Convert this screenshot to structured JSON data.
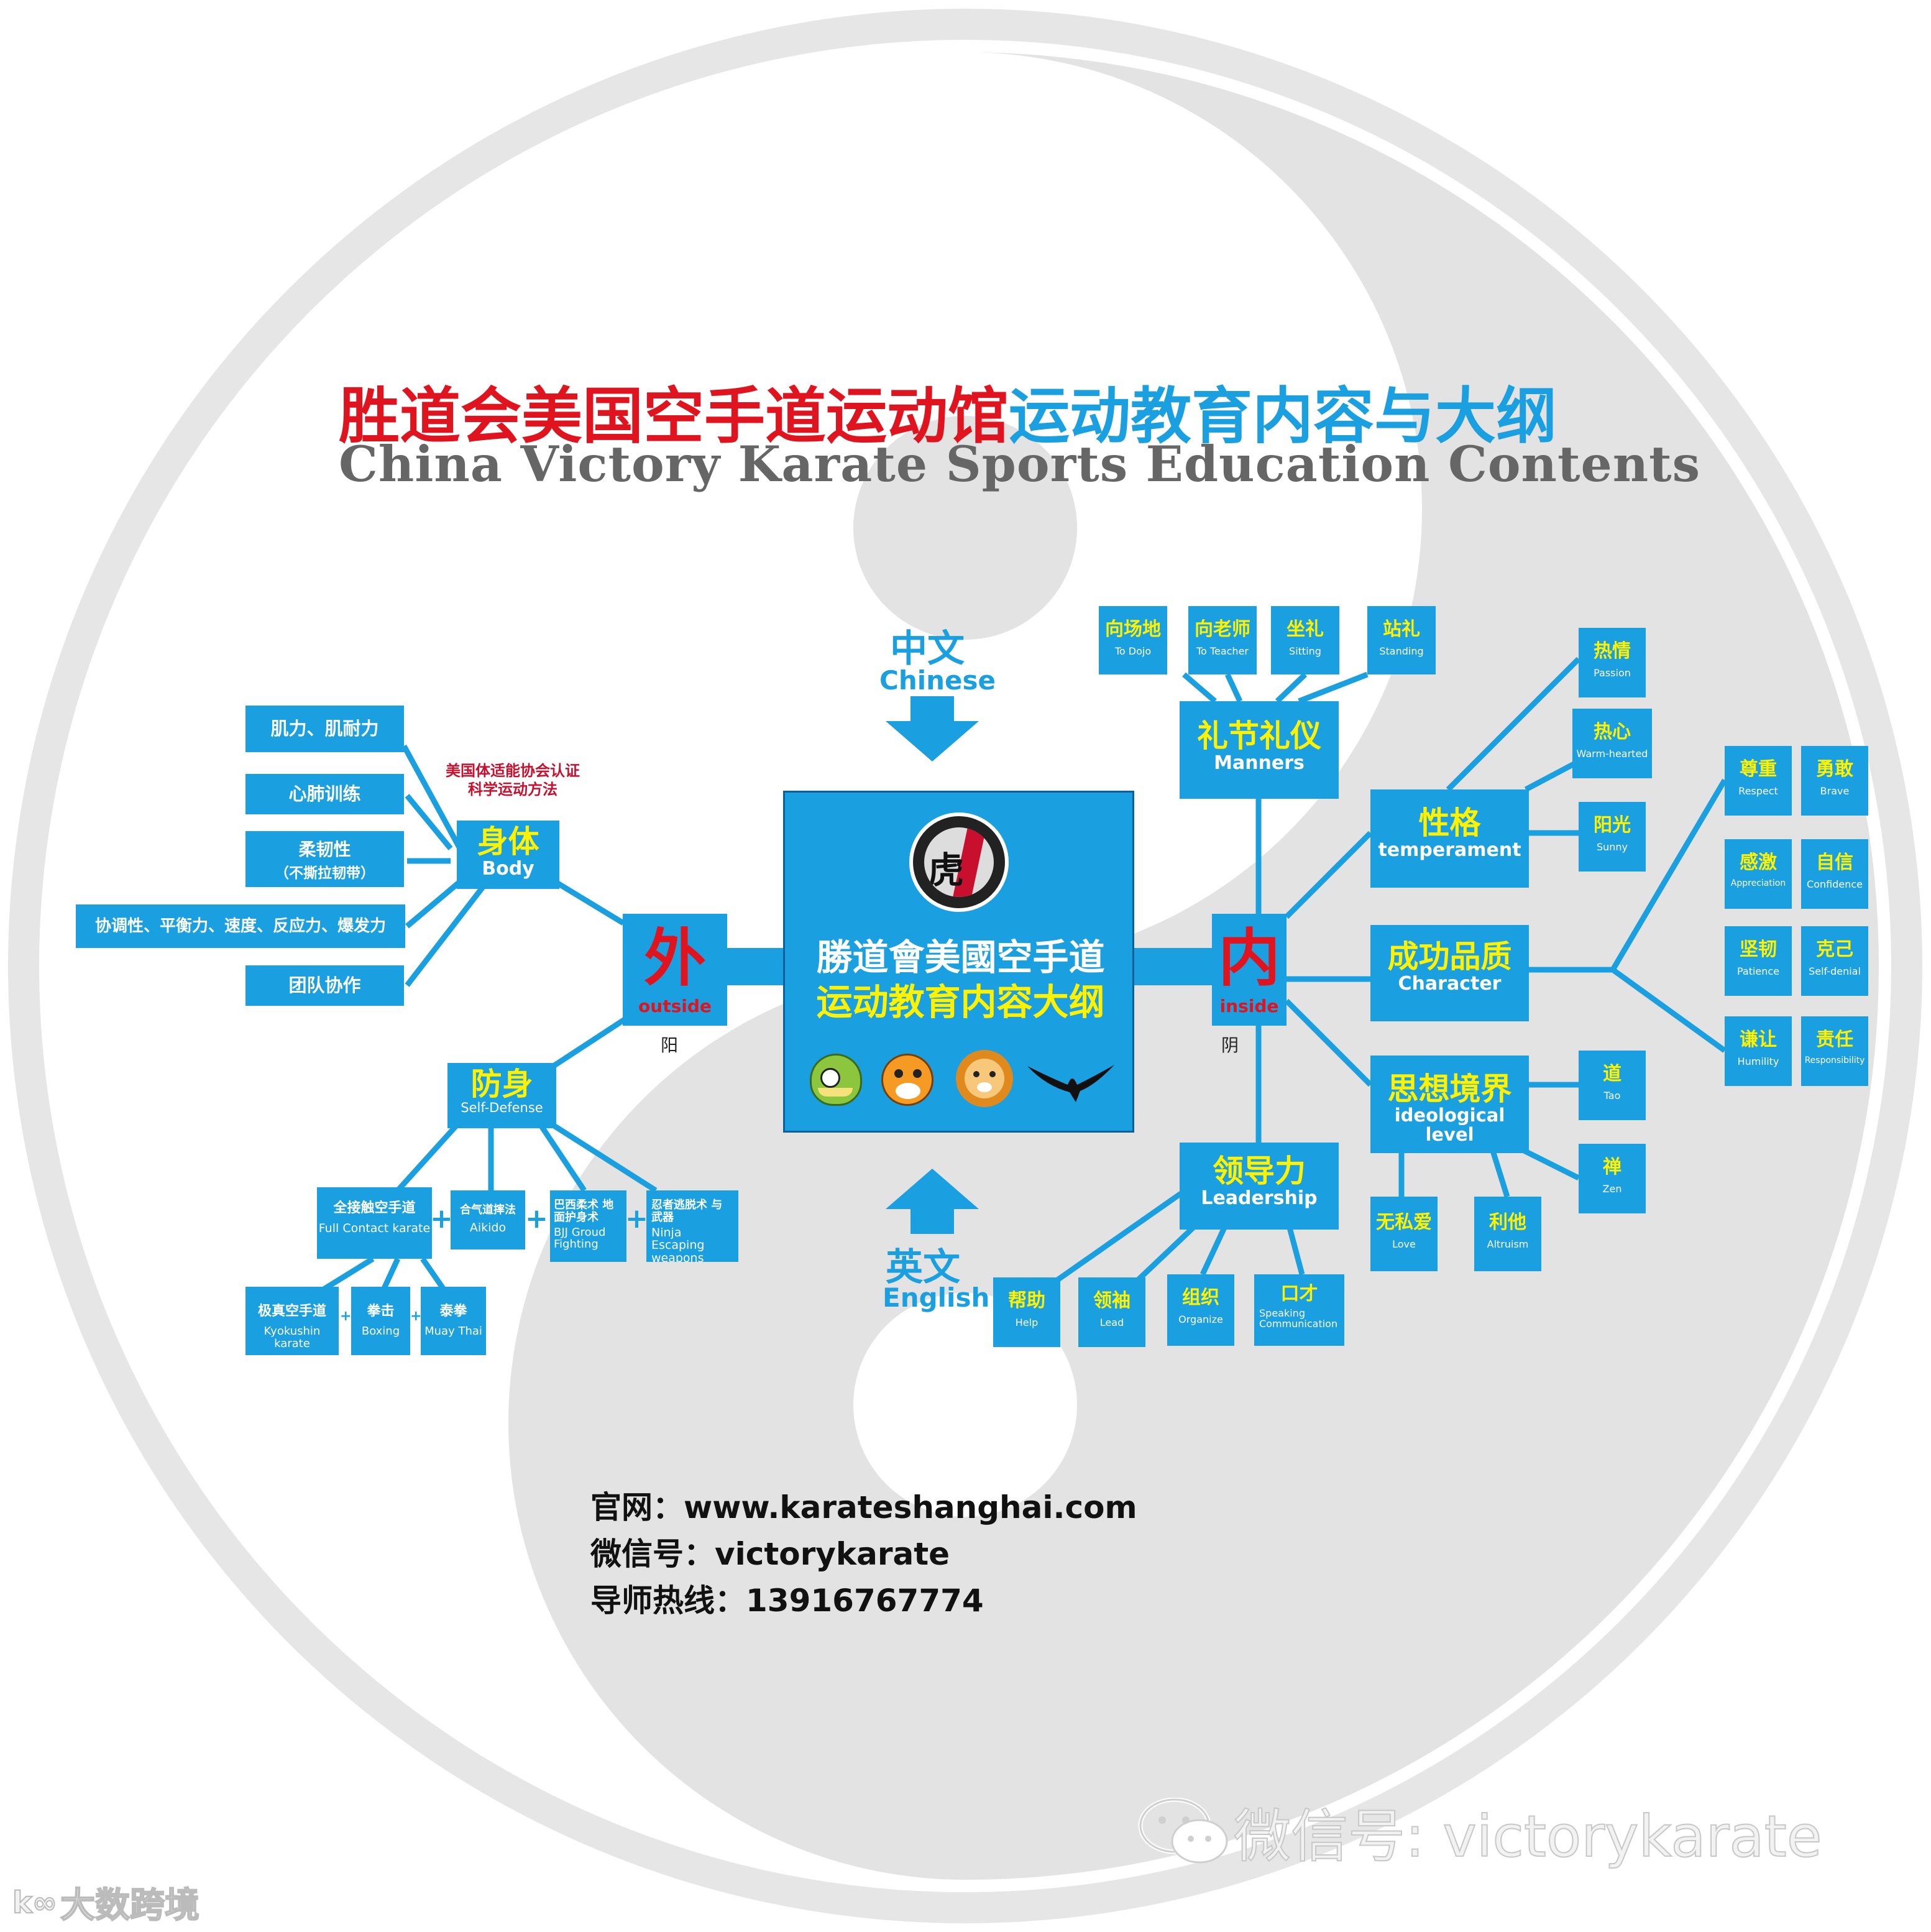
{
  "title": {
    "zh_red": "胜道会美国空手道运动馆",
    "zh_blue": "运动教育内容与大纲",
    "en": "China Victory Karate Sports Education Contents"
  },
  "center": {
    "logo_char": "虎",
    "line1": "勝道會美國空手道",
    "line2": "运动教育内容大纲"
  },
  "language": {
    "top_zh": "中文",
    "top_en": "Chinese",
    "bottom_zh": "英文",
    "bottom_en": "English"
  },
  "outer": {
    "zh": "外",
    "en": "outside",
    "note": "阳",
    "body": {
      "zh": "身体",
      "en": "Body",
      "note_line1": "美国体适能协会认证",
      "note_line2": "科学运动方法",
      "items": [
        "肌力、肌耐力",
        "心肺训练",
        "柔韧性",
        "（不撕拉韧带）",
        "协调性、平衡力、速度、反应力、爆发力",
        "团队协作"
      ]
    },
    "defense": {
      "zh": "防身",
      "en": "Self-Defense",
      "arts": [
        {
          "zh": "全接触空手道",
          "en": "Full Contact karate"
        },
        {
          "zh": "合气道摔法",
          "en": "Aikido"
        },
        {
          "zh": "巴西柔术 地面护身术",
          "en": "BJJ Groud Fighting"
        },
        {
          "zh": "忍者逃脱术 与武器",
          "en": "Ninja Escaping weapons"
        }
      ],
      "sub": [
        {
          "zh": "极真空手道",
          "en": "Kyokushin karate"
        },
        {
          "zh": "拳击",
          "en": "Boxing"
        },
        {
          "zh": "泰拳",
          "en": "Muay Thai"
        }
      ]
    }
  },
  "inner": {
    "zh": "内",
    "en": "inside",
    "note": "阴",
    "manners": {
      "zh": "礼节礼仪",
      "en": "Manners",
      "items": [
        {
          "zh": "向场地",
          "en": "To Dojo"
        },
        {
          "zh": "向老师",
          "en": "To Teacher"
        },
        {
          "zh": "坐礼",
          "en": "Sitting"
        },
        {
          "zh": "站礼",
          "en": "Standing"
        }
      ]
    },
    "temperament": {
      "zh": "性格",
      "en": "temperament",
      "items": [
        {
          "zh": "热情",
          "en": "Passion"
        },
        {
          "zh": "热心",
          "en": "Warm-hearted"
        },
        {
          "zh": "阳光",
          "en": "Sunny"
        }
      ]
    },
    "character": {
      "zh": "成功品质",
      "en": "Character",
      "items": [
        {
          "zh": "尊重",
          "en": "Respect"
        },
        {
          "zh": "勇敢",
          "en": "Brave"
        },
        {
          "zh": "感激",
          "en": "Appreciation"
        },
        {
          "zh": "自信",
          "en": "Confidence"
        },
        {
          "zh": "坚韧",
          "en": "Patience"
        },
        {
          "zh": "克己",
          "en": "Self-denial"
        },
        {
          "zh": "谦让",
          "en": "Humility"
        },
        {
          "zh": "责任",
          "en": "Responsibility"
        }
      ]
    },
    "ideology": {
      "zh": "思想境界",
      "en": "ideological level",
      "items": [
        {
          "zh": "道",
          "en": "Tao"
        },
        {
          "zh": "禅",
          "en": "Zen"
        },
        {
          "zh": "无私爱",
          "en": "Love"
        },
        {
          "zh": "利他",
          "en": "Altruism"
        }
      ]
    },
    "leadership": {
      "zh": "领导力",
      "en": "Leadership",
      "items": [
        {
          "zh": "帮助",
          "en": "Help"
        },
        {
          "zh": "领袖",
          "en": "Lead"
        },
        {
          "zh": "组织",
          "en": "Organize"
        },
        {
          "zh": "口才",
          "en": "Speaking Communication"
        }
      ]
    }
  },
  "contact": {
    "site": "官网：www.karateshanghai.com",
    "wechat": "微信号：victorykarate",
    "hotline": "导师热线：13916767774"
  },
  "watermark": {
    "wechat": "微信号: victorykarate",
    "brand": "大数跨境"
  },
  "colors": {
    "blue": "#1a9fe0",
    "yellow": "#fff200",
    "red": "#e0141e",
    "grey": "#e3e3e3"
  }
}
